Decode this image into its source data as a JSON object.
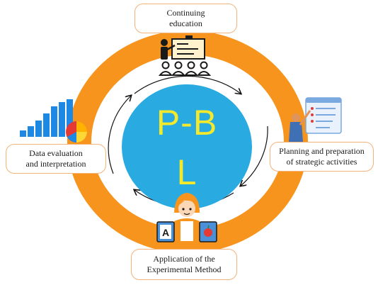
{
  "center": {
    "line1": "P-B",
    "line2": "L"
  },
  "stages": {
    "top": {
      "line1": "Continuing",
      "line2": "education"
    },
    "right": {
      "line1": "Planning and preparation",
      "line2": "of strategic activities"
    },
    "bottom": {
      "line1": "Application of the",
      "line2": "Experimental Method"
    },
    "left": {
      "line1": "Data evaluation",
      "line2": "and interpretation"
    }
  },
  "icons": {
    "top": "teacher-presentation-icon",
    "right": "planning-checklist-icon",
    "bottom": "student-experiment-icon",
    "left": "data-chart-icon"
  },
  "colors": {
    "ring": "#f7941d",
    "center": "#29abe2",
    "center_text": "#f4e92a",
    "box_border": "#f2b27a"
  }
}
